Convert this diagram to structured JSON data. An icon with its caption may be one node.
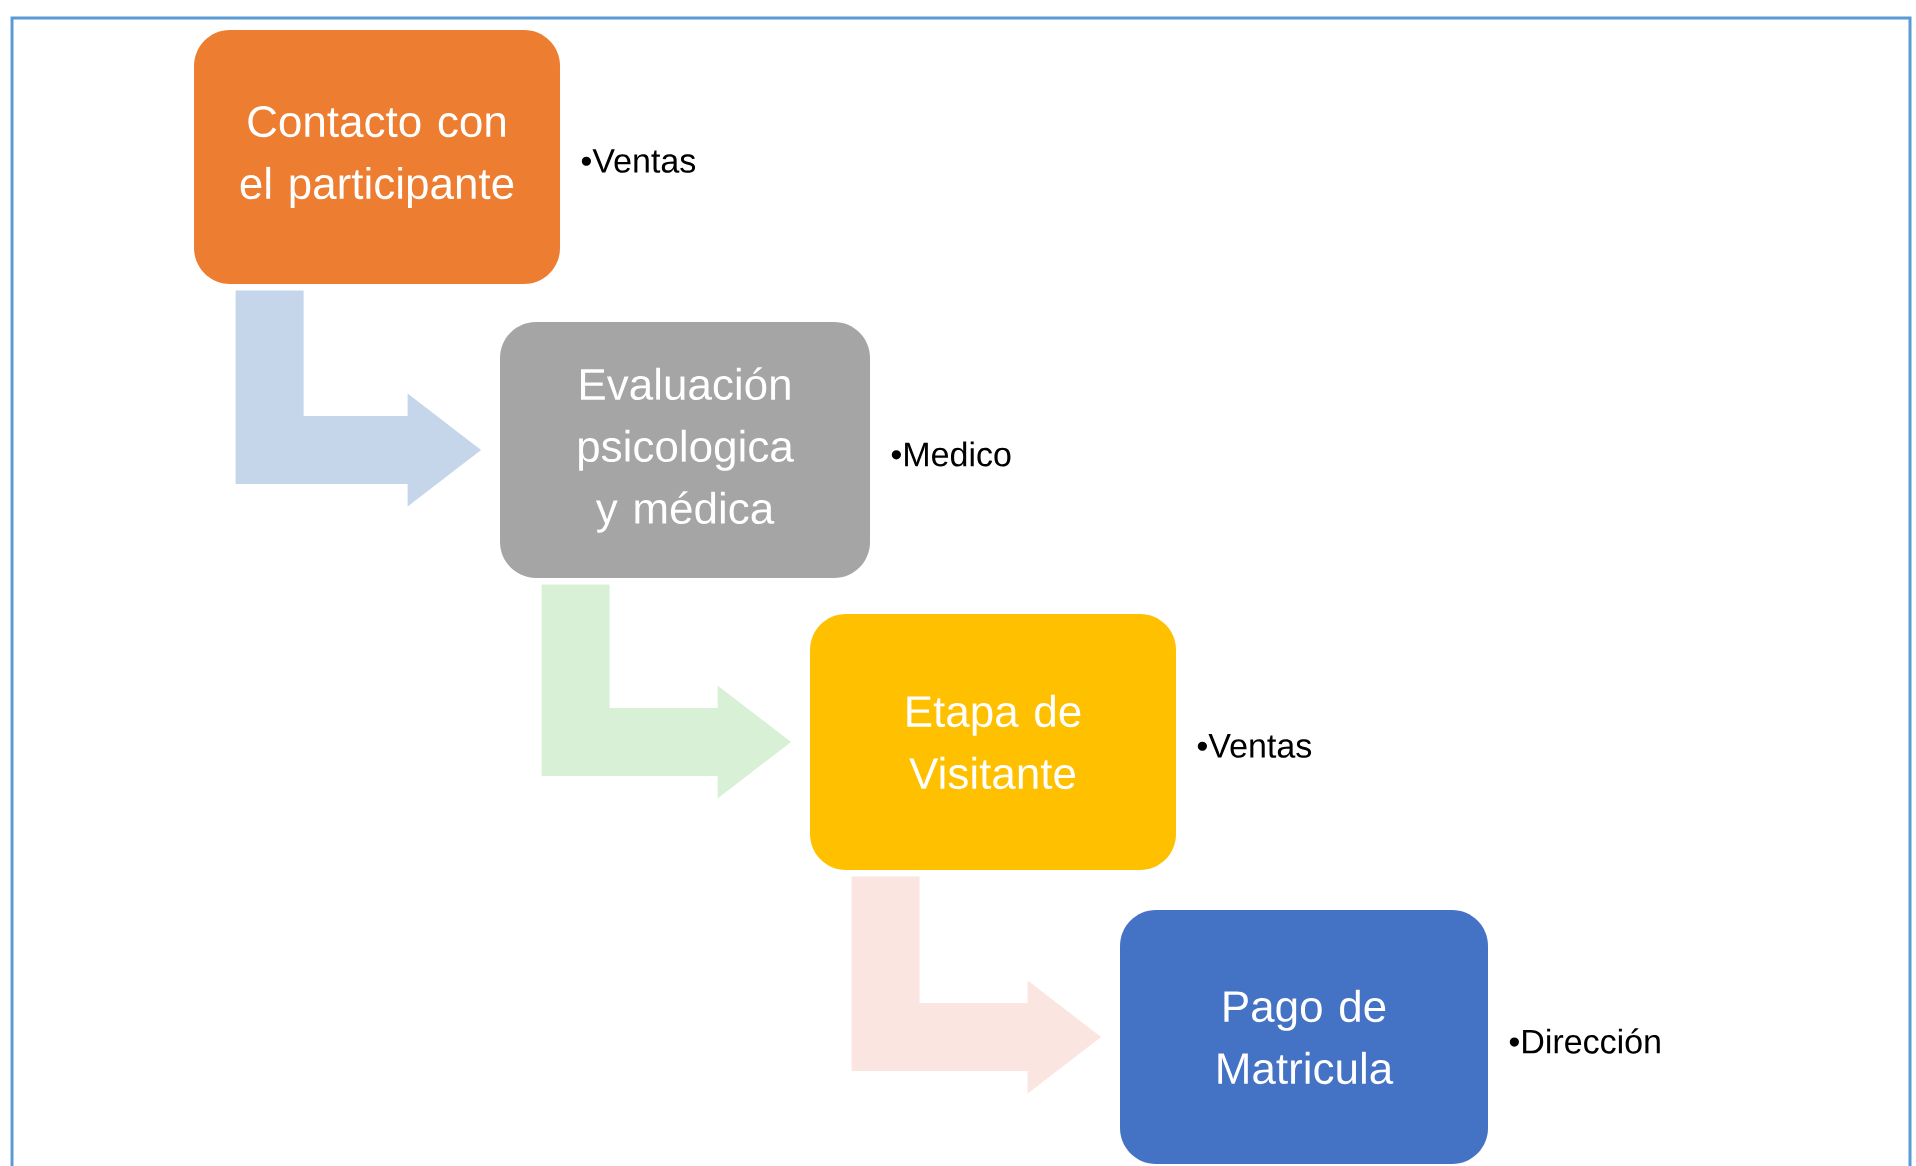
{
  "diagram": {
    "nodes": [
      {
        "text": [
          "Contacto con el participante"
        ],
        "beside": [
          "•Ventas"
        ]
      },
      {
        "text": [
          "Evaluación psicologica y médica"
        ],
        "beside": [
          "•Medico"
        ]
      },
      {
        "text": [
          "Etapa de Visitante"
        ],
        "beside": [
          "•Ventas"
        ]
      },
      {
        "text": [
          "Pago de Matricula"
        ],
        "beside": [
          "•Dirección"
        ]
      }
    ],
    "edges": [
      {
        "from": 0,
        "to": 1,
        "arrow": "to",
        "color": "#c5d5ea"
      },
      {
        "from": 1,
        "to": 2,
        "arrow": "to",
        "color": "#d8f1d6"
      },
      {
        "from": 2,
        "to": 3,
        "arrow": "to",
        "color": "#fbe5e0"
      }
    ]
  }
}
